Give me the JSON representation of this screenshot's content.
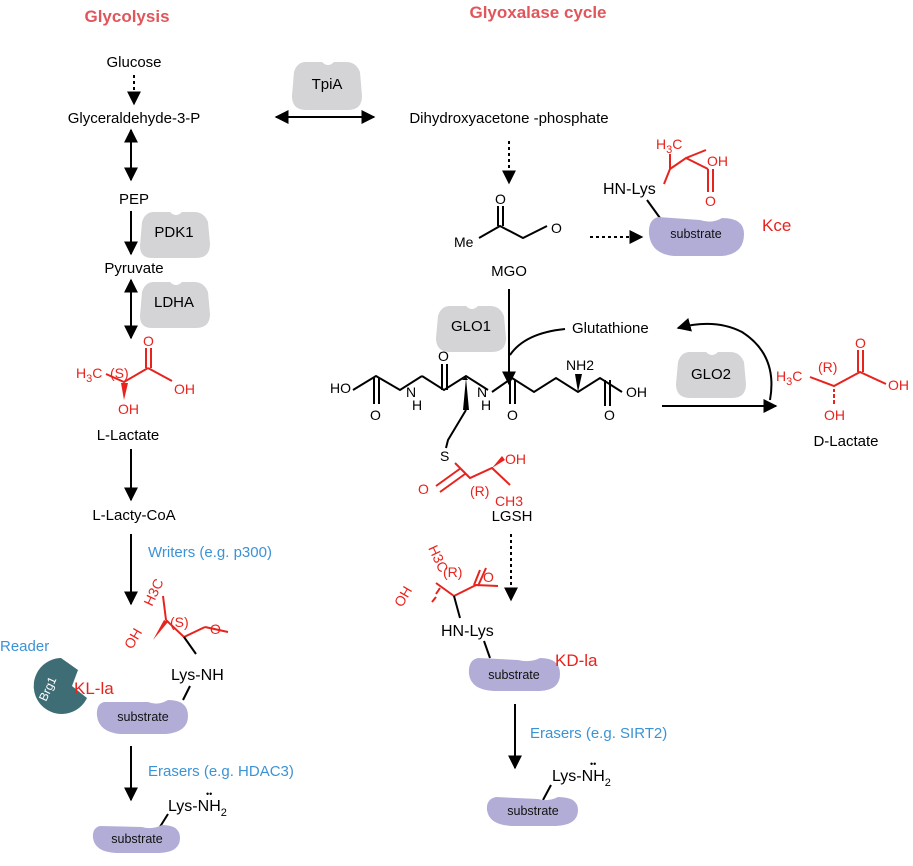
{
  "titles": {
    "glycolysis": "Glycolysis",
    "glyoxalase": "Glyoxalase cycle"
  },
  "metabolites": {
    "glucose": "Glucose",
    "g3p": "Glyceraldehyde-3-P",
    "pep": "PEP",
    "pyruvate": "Pyruvate",
    "l_lactate": "L-Lactate",
    "l_lactyl_coa": "L-Lacty-CoA",
    "dhap": "Dihydroxyacetone -phosphate",
    "mgo": "MGO",
    "glutathione": "Glutathione",
    "lgsh": "LGSH",
    "d_lactate": "D-Lactate"
  },
  "enzymes": {
    "tpia": "TpiA",
    "pdk1": "PDK1",
    "ldha": "LDHA",
    "glo1": "GLO1",
    "glo2": "GLO2"
  },
  "reader": {
    "label": "Reader",
    "protein": "Brg1"
  },
  "writers": "Writers (e.g. p300)",
  "erasers_left": "Erasers (e.g. HDAC3)",
  "erasers_right": "Erasers (e.g. SIRT2)",
  "modifications": {
    "kl_la": "KL-la",
    "kd_la": "KD-la",
    "kce": "Kce"
  },
  "substrate": "substrate",
  "atoms": {
    "H": "H",
    "C": "C",
    "three": "3",
    "two": "2",
    "O": "O",
    "OH": "OH",
    "HO": "HO",
    "N": "N",
    "S": "S",
    "H3C": "H3C",
    "CH3": "CH3",
    "NH2": "NH2",
    "Me": "Me",
    "stereo_S": "(S)",
    "stereo_R": "(R)",
    "lys_nh": "Lys-NH",
    "hn_lys": "HN-Lys",
    "lys": "Lys-",
    "nh": "NH",
    "lone_pair": "••"
  },
  "colors": {
    "title": "#e0565b",
    "accent_red": "#e8231d",
    "accent_blue": "#3b93d6",
    "enzyme_gray": "#d4d3d6",
    "substrate_purple": "#b2add6",
    "reader_teal": "#3f6d76"
  }
}
